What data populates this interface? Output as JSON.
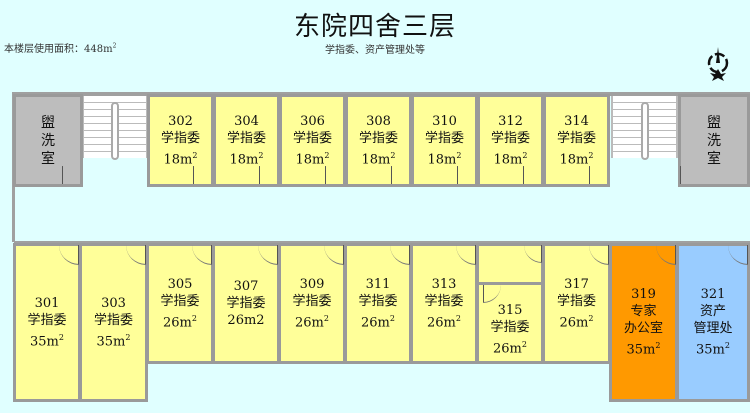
{
  "header": {
    "title": "东院四舍三层",
    "subtitle": "学指委、资产管理处等",
    "area_label": "本楼层使用面积：448m",
    "area_sup": "2"
  },
  "compass_icon": "north-arrow-icon",
  "colors": {
    "background": "#e0ffff",
    "room": "#ffff99",
    "expert": "#ff9900",
    "asset": "#99ccff",
    "washroom": "#bdbdbd"
  },
  "top_rooms": [
    {
      "lines": [
        "302",
        "学指委",
        "18m²"
      ]
    },
    {
      "lines": [
        "304",
        "学指委",
        "18m²"
      ]
    },
    {
      "lines": [
        "306",
        "学指委",
        "18m²"
      ]
    },
    {
      "lines": [
        "308",
        "学指委",
        "18m²"
      ]
    },
    {
      "lines": [
        "310",
        "学指委",
        "18m²"
      ]
    },
    {
      "lines": [
        "312",
        "学指委",
        "18m²"
      ]
    },
    {
      "lines": [
        "314",
        "学指委",
        "18m²"
      ]
    }
  ],
  "washrooms": [
    {
      "lines": [
        "盥",
        "洗",
        "室"
      ]
    },
    {
      "lines": [
        "盥",
        "洗",
        "室"
      ]
    }
  ],
  "bottom_rooms": [
    {
      "lines": [
        "301",
        "学指委",
        "35m²"
      ]
    },
    {
      "lines": [
        "303",
        "学指委",
        "35m²"
      ]
    },
    {
      "lines": [
        "305",
        "学指委",
        "26m²"
      ]
    },
    {
      "lines": [
        "307",
        "学指委",
        "26m2"
      ]
    },
    {
      "lines": [
        "309",
        "学指委",
        "26m²"
      ]
    },
    {
      "lines": [
        "311",
        "学指委",
        "26m²"
      ]
    },
    {
      "lines": [
        "313",
        "学指委",
        "26m²"
      ]
    },
    {
      "lines": [
        "315",
        "学指委",
        "26m²"
      ]
    },
    {
      "lines": [
        "317",
        "学指委",
        "26m²"
      ]
    },
    {
      "lines": [
        "319",
        "专家",
        "办公室",
        "35m²"
      ]
    },
    {
      "lines": [
        "321",
        "资产",
        "管理处",
        "35m²"
      ]
    }
  ]
}
